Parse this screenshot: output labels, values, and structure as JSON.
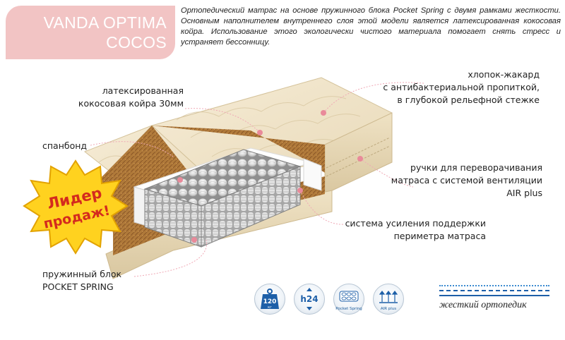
{
  "product": {
    "title_line1": "VANDA OPTIMA",
    "title_line2": "COCOS"
  },
  "description": "Ортопедический матрас на основе пружинного блока Pocket Spring с двумя рамками жесткости. Основным наполнителем внутреннего слоя этой модели является латексированная кокосовая койра. Использование этого экологически чистого материала помогает снять стресс и устраняет бессонницу.",
  "labels": {
    "coir_line1": "латексированная",
    "coir_line2": "кокосовая койра 30мм",
    "spunbond": "спанбонд",
    "spring_line1": "пружинный блок",
    "spring_line2": "POCKET SPRING",
    "cotton_line1": "хлопок-жакард",
    "cotton_line2": "с антибактериальной пропиткой,",
    "cotton_line3": "в глубокой рельефной стежке",
    "handles_line1": "ручки для переворачивания",
    "handles_line2": "матраса с системой вентиляции",
    "handles_line3": "AIR plus",
    "perimeter_line1": "система усиления поддержки",
    "perimeter_line2": "периметра матраса"
  },
  "badge": {
    "line1": "Лидер",
    "line2": "продаж!"
  },
  "icons": {
    "weight_value": "120",
    "weight_unit": "кг",
    "height_value": "h24",
    "pocket_caption": "Pocket Spring",
    "air_caption": "AIR plus"
  },
  "hardness": {
    "label": "жесткий ортопедик"
  },
  "colors": {
    "accent_pink": "#f2c4c4",
    "leader_dot": "#e98a9a",
    "icon_blue": "#1d5fa8",
    "badge_red": "#d42a1e",
    "badge_yellow": "#ffd21f"
  }
}
